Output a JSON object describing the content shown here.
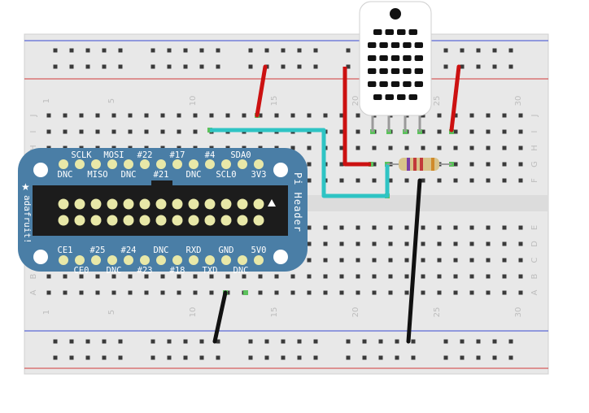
{
  "breadboard": {
    "top_numbers": [
      "1",
      "5",
      "10",
      "15",
      "20",
      "25",
      "30"
    ],
    "bottom_numbers": [
      "1",
      "5",
      "10",
      "15",
      "20",
      "25",
      "30"
    ],
    "row_letters_top": [
      "J",
      "I",
      "H",
      "G",
      "F"
    ],
    "row_letters_bottom": [
      "E",
      "D",
      "C",
      "B",
      "A"
    ],
    "colors": {
      "board": "#e8e8e8",
      "hole": "#3a3a3a",
      "green_contact": "#5cc15c",
      "rail_red": "#d23a3a",
      "rail_blue": "#3a4ad2",
      "label": "#bdbdbd"
    }
  },
  "pi_header": {
    "brand": "adafruit!",
    "side_label": "Pi Header",
    "top_row_1": [
      "SCLK",
      "MOSI",
      "#22",
      "#17",
      "#4",
      "SDA0"
    ],
    "top_row_2": [
      "DNC",
      "MISO",
      "DNC",
      "#21",
      "DNC",
      "SCL0",
      "3V3"
    ],
    "bottom_row_1": [
      "CE1",
      "#25",
      "#24",
      "DNC",
      "RXD",
      "GND",
      "5V0"
    ],
    "bottom_row_2": [
      "CE0",
      "DNC",
      "#23",
      "#18",
      "TXD",
      "DNC"
    ],
    "colors": {
      "board": "#4a7ea6",
      "connector": "#1c1c1c",
      "pin": "#e8e8a8"
    }
  },
  "sensor": {
    "name": "DHT22 sensor",
    "colors": {
      "body": "#ffffff",
      "slots": "#111111"
    }
  },
  "resistor": {
    "name": "resistor",
    "colors": {
      "body": "#d9c38a",
      "band1": "#7a3fa8",
      "band2": "#c23a3a",
      "band3": "#d08a2a"
    }
  },
  "wires": {
    "colors": {
      "red": "#cc1111",
      "black": "#111111",
      "cyan": "#2fc4c4"
    }
  }
}
